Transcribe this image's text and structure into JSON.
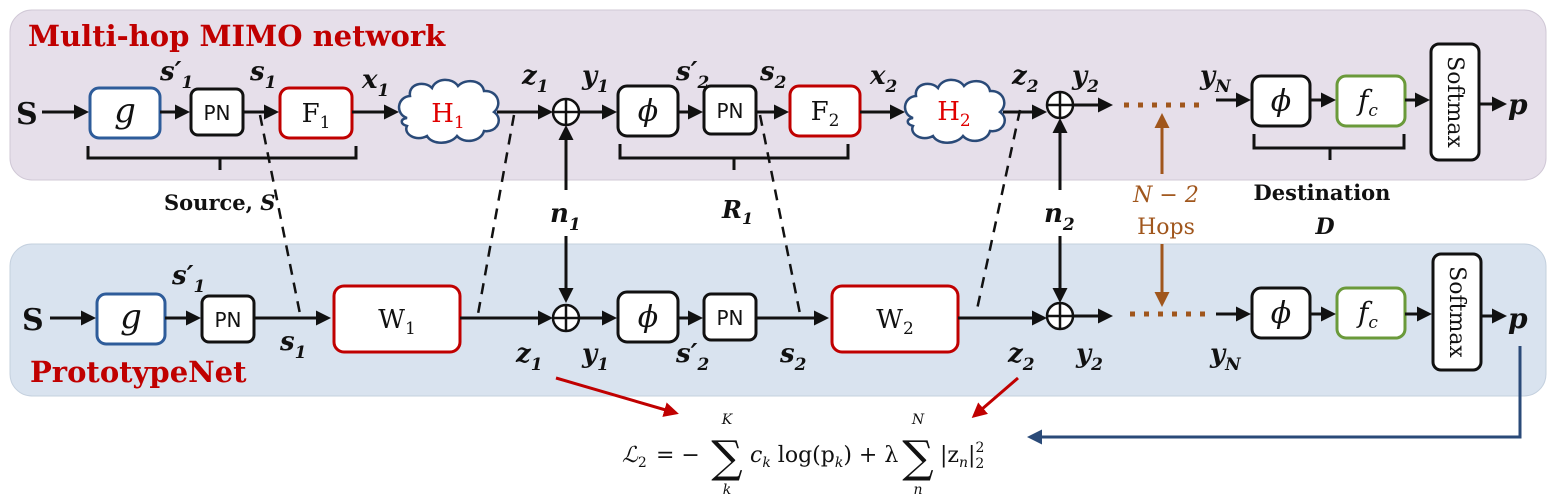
{
  "panels": {
    "top_title": "Multi-hop MIMO network",
    "bottom_title": "PrototypeNet"
  },
  "signals": {
    "S": "S",
    "s1p": "s′",
    "s1p_sub": "1",
    "s1": "s",
    "s1_sub": "1",
    "x1": "x",
    "x1_sub": "1",
    "z1": "z",
    "z1_sub": "1",
    "y1": "y",
    "y1_sub": "1",
    "s2p": "s′",
    "s2p_sub": "2",
    "s2": "s",
    "s2_sub": "2",
    "x2": "x",
    "x2_sub": "2",
    "z2": "z",
    "z2_sub": "2",
    "y2": "y",
    "y2_sub": "2",
    "yN": "y",
    "yN_sub": "N",
    "n1": "n",
    "n1_sub": "1",
    "n2": "n",
    "n2_sub": "2",
    "p": "p"
  },
  "blocks": {
    "g": "g",
    "pn": "PN",
    "F": "F",
    "F1_sub": "1",
    "F2_sub": "2",
    "H": "H",
    "H1_sub": "1",
    "H2_sub": "2",
    "phi": "ϕ",
    "fc": "f",
    "fc_sub": "c",
    "softmax": "Softmax",
    "W": "W",
    "W1_sub": "1",
    "W2_sub": "2"
  },
  "annotations": {
    "source": "Source, ",
    "source_sym": "S",
    "relay": "R",
    "relay_sub": "1",
    "destination": "Destination",
    "destination_sym": "D",
    "hops_n": "N − 2",
    "hops_word": "Hops"
  },
  "loss": {
    "lhs": "ℒ",
    "lhs_sub": "2",
    "eq": "= −",
    "sum_upper1": "K",
    "sum_lower1": "k",
    "term1": "c",
    "term1_sub": "k",
    "log": " log(p",
    "log_sub": "k",
    "log_close": ") + λ",
    "sum_upper2": "N",
    "sum_lower2": "n",
    "norm": "|z",
    "norm_sub": "n",
    "norm_close": "|",
    "norm_sup": "2",
    "norm_sub2": "2"
  },
  "colors": {
    "top_panel": "#e6dfea",
    "bottom_panel": "#d9e3ef",
    "title_red": "#c00000",
    "g_border": "#2e5c9a",
    "F_border": "#c00000",
    "W_border": "#c00000",
    "fc_border": "#6a9a3a",
    "hops": "#a0561c",
    "arrow_red": "#c00000",
    "feedback": "#2a4a78"
  }
}
